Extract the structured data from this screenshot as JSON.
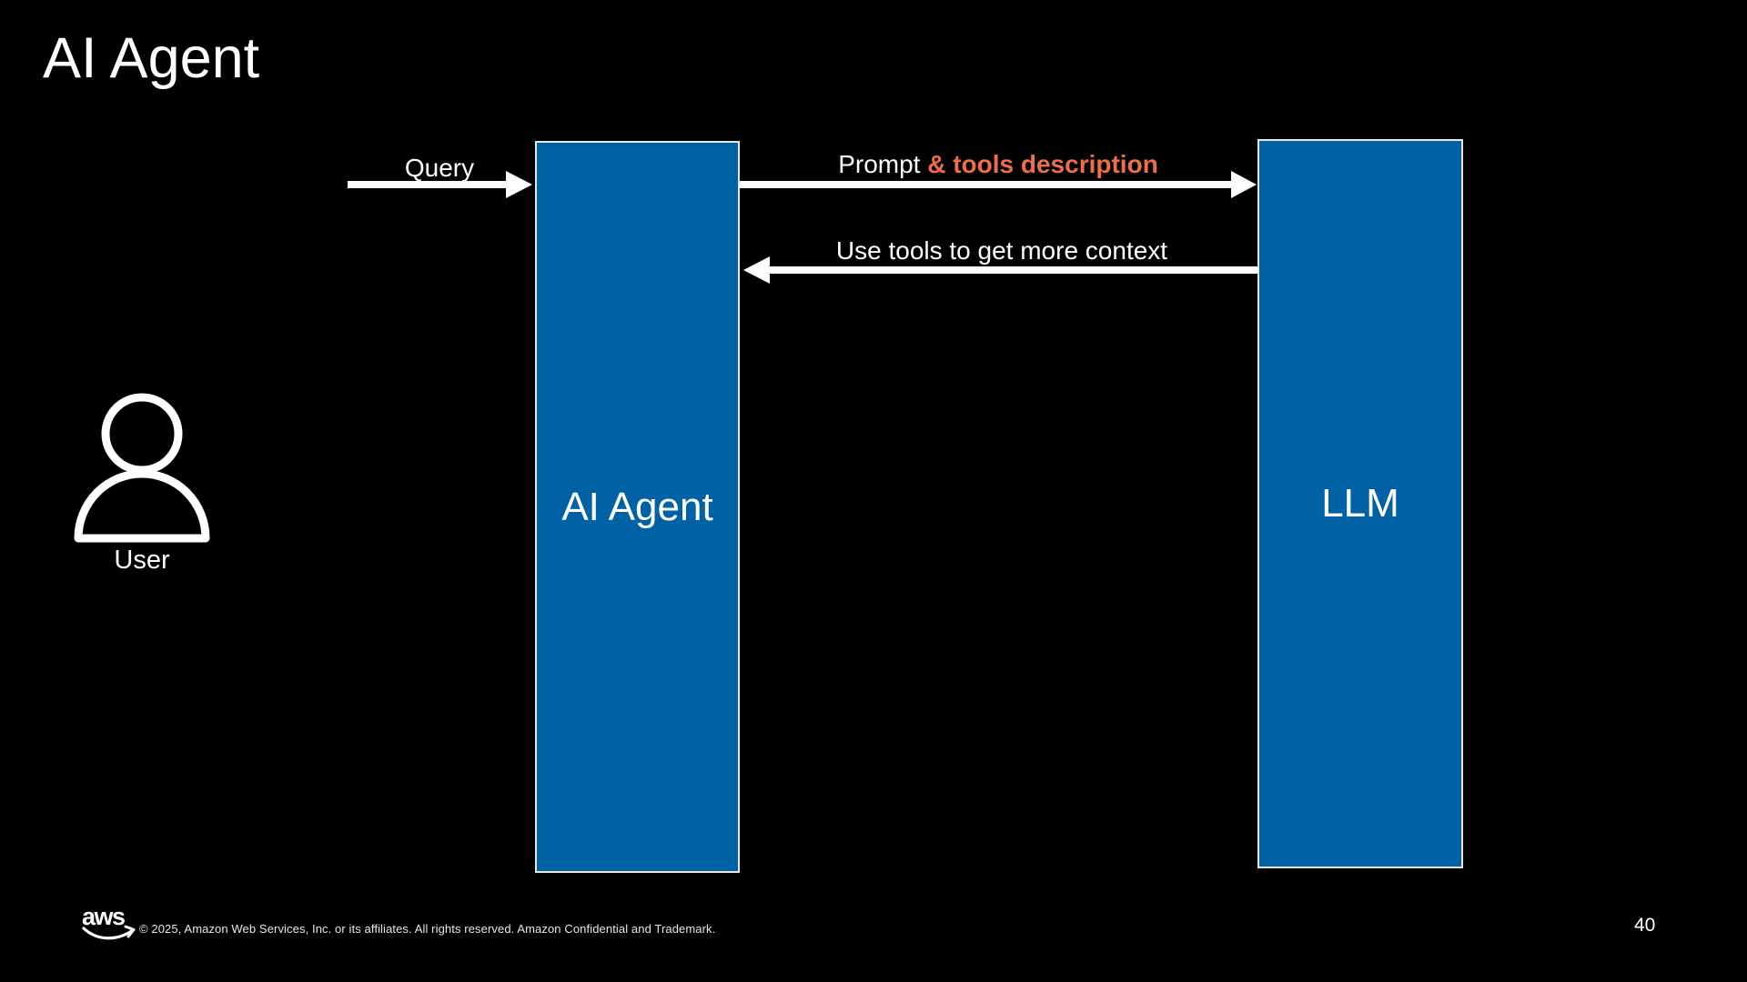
{
  "slide": {
    "title": "AI Agent",
    "page_number": "40",
    "footer": {
      "logo_text": "aws",
      "copyright": "© 2025, Amazon Web Services, Inc. or its affiliates. All rights reserved. Amazon Confidential and Trademark."
    }
  },
  "diagram": {
    "user": {
      "label": "User",
      "icon": "person-icon"
    },
    "boxes": [
      {
        "id": "ai-agent",
        "label": "AI Agent"
      },
      {
        "id": "llm",
        "label": "LLM"
      }
    ],
    "arrows": [
      {
        "id": "query",
        "label": "Query",
        "direction": "right"
      },
      {
        "id": "prompt",
        "label_plain": "Prompt ",
        "label_highlight": "& tools description",
        "direction": "right"
      },
      {
        "id": "use-tools",
        "label": "Use tools to get more context",
        "direction": "left"
      }
    ]
  },
  "colors": {
    "background": "#000000",
    "text": "#FFFFFF",
    "box_fill": "#0061A4",
    "box_border": "#E9E7E3",
    "highlight_orange": "#ED6F45"
  }
}
